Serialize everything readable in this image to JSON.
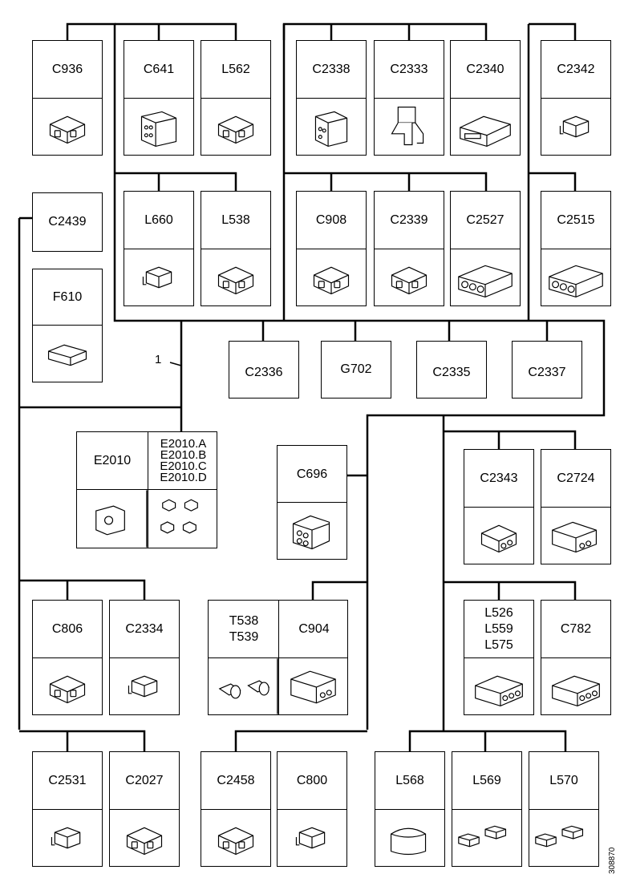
{
  "diagram": {
    "lead_label": "1",
    "code": "308870",
    "connectors": {
      "C936": "C936",
      "C641": "C641",
      "L562": "L562",
      "C2338": "C2338",
      "C2333": "C2333",
      "C2340": "C2340",
      "C2342": "C2342",
      "L660": "L660",
      "L538": "L538",
      "C908": "C908",
      "C2339": "C2339",
      "C2527": "C2527",
      "C2515": "C2515",
      "C2439": "C2439",
      "F610": "F610",
      "C2336": "C2336",
      "G702": "G702",
      "C2335": "C2335",
      "C2337": "C2337",
      "E2010": "E2010",
      "E2010_sub": "E2010.A\nE2010.B\nE2010.C\nE2010.D",
      "C696": "C696",
      "C2343": "C2343",
      "C2724": "C2724",
      "C806": "C806",
      "C2334": "C2334",
      "T538_T539": "T538\nT539",
      "C904": "C904",
      "L526_L559_L575": "L526\nL559\nL575",
      "C782": "C782",
      "C2531": "C2531",
      "C2027": "C2027",
      "C2458": "C2458",
      "C800": "C800",
      "L568": "L568",
      "L569": "L569",
      "L570": "L570"
    }
  }
}
